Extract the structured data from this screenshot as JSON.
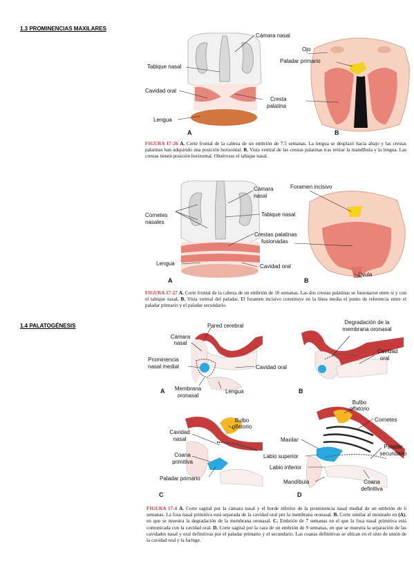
{
  "headings": {
    "s13": "1.3 PROMINENCIAS MAXILARES",
    "s14": "1.4 PALATOGÉNESIS"
  },
  "fig1726": {
    "labels": {
      "camara": "Cámara nasal",
      "tabique": "Tabique nasal",
      "cavidad": "Cavidad oral",
      "lengua": "Lengua",
      "ojo": "Ojo",
      "paladar": "Paladar primario",
      "cresta1": "Cresta",
      "cresta2": "palatina",
      "A": "A",
      "B": "B"
    },
    "caption": {
      "num": "FIGURA 17-26",
      "a": "A.",
      "a_text": " Corte frontal de la cabeza de un embrión de 7.5 semanas. La lengua se desplazó hacia abajo y las crestas palatinas han adquirido una posición horizontal. ",
      "b": "B.",
      "b_text": " Vista ventral de las crestas palatinas tras retirar la mandíbula y la lengua. Las crestas tienen posición horizontal. Obsérvese el tabique nasal."
    }
  },
  "fig1727": {
    "labels": {
      "camara1": "Cámara",
      "camara2": "nasal",
      "cornetes1": "Cornetes",
      "cornetes2": "nasales",
      "tabique": "Tabique nasal",
      "crestas1": "Crestas palatinas",
      "crestas2": "fusionadas",
      "lengua": "Lengua",
      "cavidad": "Cavidad oral",
      "foramen": "Foramen incisivo",
      "uvula": "Úvula",
      "A": "A",
      "B": "B"
    },
    "caption": {
      "num": "FIGURA 17-27",
      "a": "A.",
      "a_text": " Corte frontal de la cabeza de un embrión de 10 semanas. Las dos crestas palatinas se fusionaron entre sí y con el tabique nasal. ",
      "b": "B.",
      "b_text": " Vista ventral del paladar. El foramen incisivo constituye en la línea media el punto de referencia entre el paladar primario y el paladar secundario."
    }
  },
  "fig174": {
    "labels": {
      "pared": "Pared cerebral",
      "camara1": "Cámara",
      "camara2": "nasal",
      "prom1": "Prominencia",
      "prom2": "nasal medial",
      "cavidad": "Cavidad oral",
      "membrana1": "Membrana",
      "membrana2": "oronasal",
      "lengua": "Lengua",
      "degr1": "Degradación de la",
      "degr2": "membrana oronasal",
      "cavB1": "Cavidad",
      "cavB2": "oral",
      "bulboC1": "Bulbo",
      "bulboC2": "olfatorio",
      "cavC1": "Cavidad",
      "cavC2": "nasal",
      "coana1": "Coana",
      "coana2": "primitiva",
      "paladarP": "Paladar primario",
      "bulboD1": "Bulbo",
      "bulboD2": "olfatorio",
      "cornetes": "Cornetes",
      "maxilar": "Maxilar",
      "labioS": "Labio superior",
      "labioI": "Labio inferior",
      "palSec1": "Paladar",
      "palSec2": "secundario",
      "mandibula": "Mandíbula",
      "coanaD1": "Coana",
      "coanaD2": "definitiva",
      "A": "A",
      "B": "B",
      "C": "C",
      "D": "D"
    },
    "caption": {
      "num": "FIGURA 17-4",
      "a": "A.",
      "a_text": " Corte sagital por la cámara nasal y el borde inferior de la prominencia nasal medial de un embrión de 6 semanas. La fosa nasal primitiva está separada de la cavidad oral por la membrana oronasal. ",
      "b": "B.",
      "b_text": " Corte similar al mostrado en ",
      "b_ref": "(A)",
      "b_text2": ", en que se muestra la degradación de la membrana oronasal. ",
      "c": "C.",
      "c_text": " Embrión de 7 semanas en el que la fosa nasal primitiva está comunicada con la cavidad oral. ",
      "d": "D.",
      "d_text": " Corte sagital por la cara de un embrión de 9 semanas, en que se muestra la separación de las cavidades nasal y oral definitivas por el paladar primario y el secundario. Las coanas definitivas se ubican en el sitio de unión de la cavidad oral y la faringe."
    }
  }
}
